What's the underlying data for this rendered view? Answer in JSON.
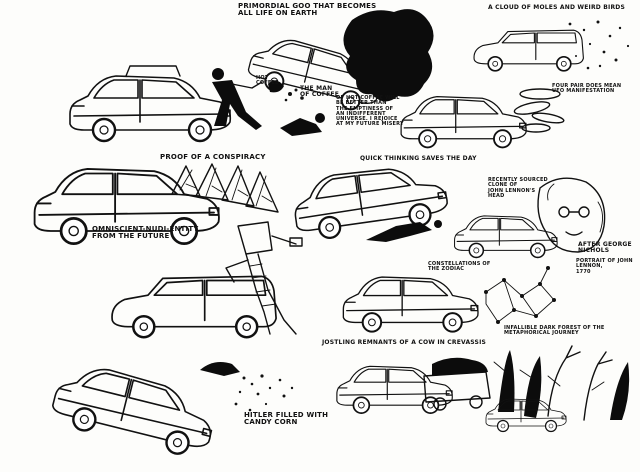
{
  "captions": {
    "primordial": "Primordial goo that becomes\nall life on earth",
    "moles": "A cloud of moles and weird birds",
    "man_of_coffee": "The man\nof coffee",
    "hot_coffee": "Hot\ncoffee",
    "coffee_will": "of hot coffee will\nbe better than\nthe emptiness of\nan indifferent\nuniverse. I rejoice\nat my future misery",
    "four_pair": "Four pair does mean\nUFO manifestation",
    "proof": "Proof of a conspiracy",
    "quick_thinking": "Quick thinking saves the day",
    "recently_sourced": "Recently sourced\nclone of\nJohn Lennon's\nhead",
    "omniscient": "Omniscient-nudi-entity\nfrom the future",
    "after_george": "After George\nNichols",
    "portrait_source": "Portrait of John Lennon,\n1770",
    "constellations": "Constellations of\nthe zodiac",
    "jostling": "Jostling remnants of a cow in crevassis",
    "dark_forest": "Infallible dark forest of the\nmetaphorical journey",
    "hitler": "Hitler filled with\ncandy corn"
  }
}
